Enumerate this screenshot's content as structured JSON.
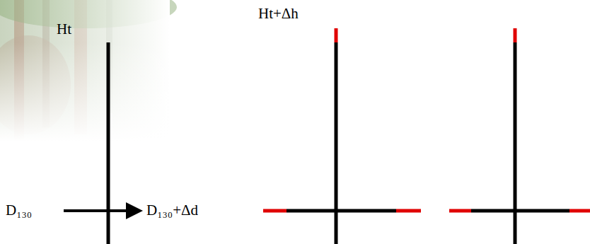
{
  "diagram": {
    "labels": [
      "Ht",
      "D₁₃₀",
      "D₁₃₀+Δd",
      "Ht+Δh"
    ]
  }
}
